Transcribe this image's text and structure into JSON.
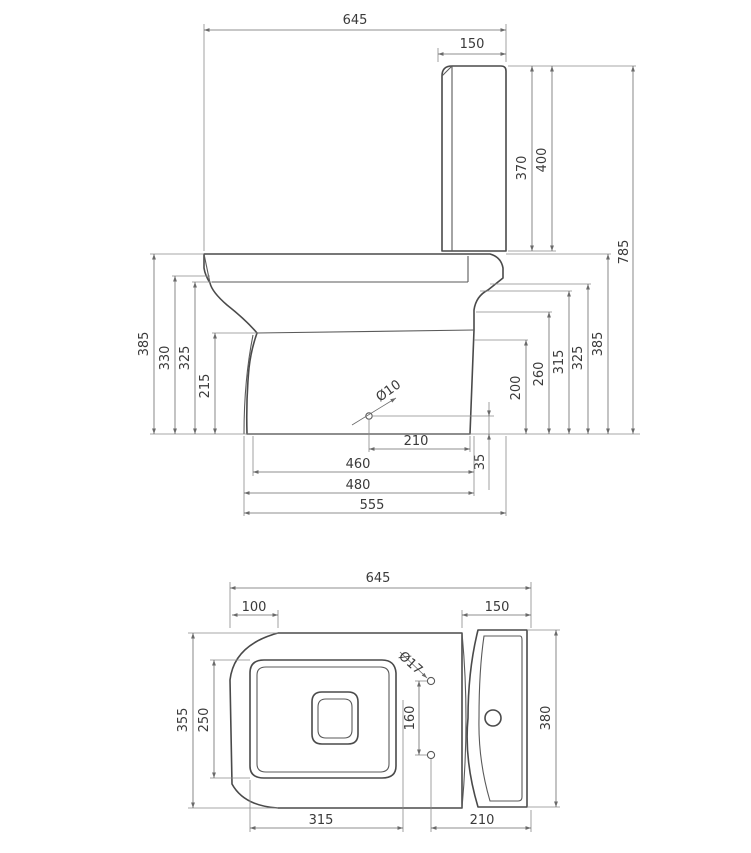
{
  "side_view": {
    "dims": {
      "width_total": "645",
      "cistern_depth": "150",
      "cistern_height_370": "370",
      "cistern_height_400": "400",
      "total_height": "785",
      "left_385": "385",
      "left_330": "330",
      "left_325": "325",
      "left_215": "215",
      "right_200": "200",
      "right_260": "260",
      "right_315": "315",
      "right_325": "325",
      "right_385": "385",
      "outlet_diameter": "Ø10",
      "outlet_210": "210",
      "outlet_35": "35",
      "base_460": "460",
      "base_480": "480",
      "base_555": "555"
    }
  },
  "top_view": {
    "dims": {
      "width_total": "645",
      "front_100": "100",
      "cistern_150": "150",
      "hole_diameter": "Ø17",
      "depth_355": "355",
      "depth_250": "250",
      "holes_160": "160",
      "cistern_380": "380",
      "bottom_315": "315",
      "bottom_210": "210"
    }
  }
}
